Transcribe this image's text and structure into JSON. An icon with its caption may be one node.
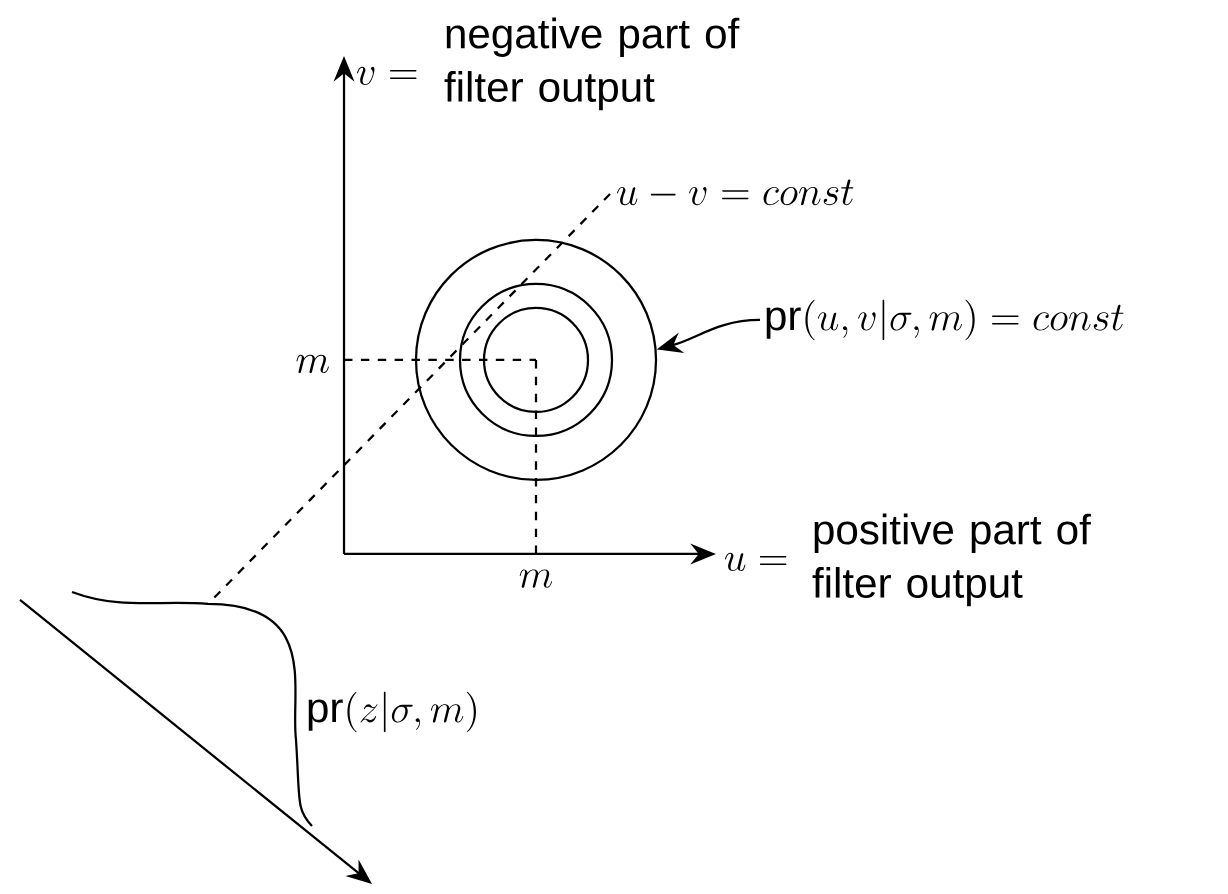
{
  "diagram": {
    "nodes": [
      {
        "text": [
          "\\mathrm{pr}(u,v|\\sigma,m)=const"
        ]
      },
      {
        "text": [],
        "shape": "circle"
      }
    ],
    "edges": [
      {
        "from": 0,
        "to": 1,
        "arrow": "to"
      }
    ],
    "labels": [
      "v=",
      "negative part of filter output",
      "u-v=const",
      "m",
      "m",
      "u=",
      "positive part of filter output",
      "\\mathrm{pr}(z|\\sigma,m)"
    ]
  }
}
